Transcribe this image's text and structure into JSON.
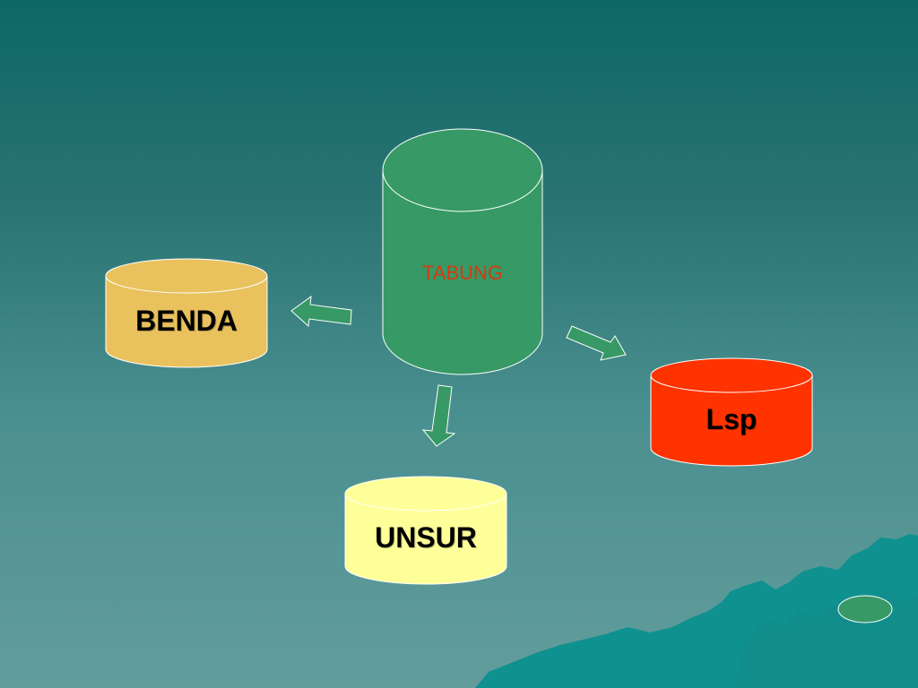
{
  "diagram": {
    "center_node": {
      "label": "TABUNG",
      "fill": "#379966",
      "text_color": "#d63a10"
    },
    "nodes": [
      {
        "id": "benda",
        "label": "BENDA",
        "fill": "#e9c25e"
      },
      {
        "id": "unsur",
        "label": "UNSUR",
        "fill": "#ffff99"
      },
      {
        "id": "lsp",
        "label": "Lsp",
        "fill": "#ff3300"
      }
    ],
    "edges": [
      {
        "from": "TABUNG",
        "to": "BENDA"
      },
      {
        "from": "TABUNG",
        "to": "UNSUR"
      },
      {
        "from": "TABUNG",
        "to": "Lsp"
      }
    ],
    "arrow_color": "#379966"
  },
  "theme": {
    "background_top": "#0d6766",
    "background_bottom": "#629d9c",
    "mountain_color": "#0f9190",
    "decor_oval_color": "#379966"
  }
}
